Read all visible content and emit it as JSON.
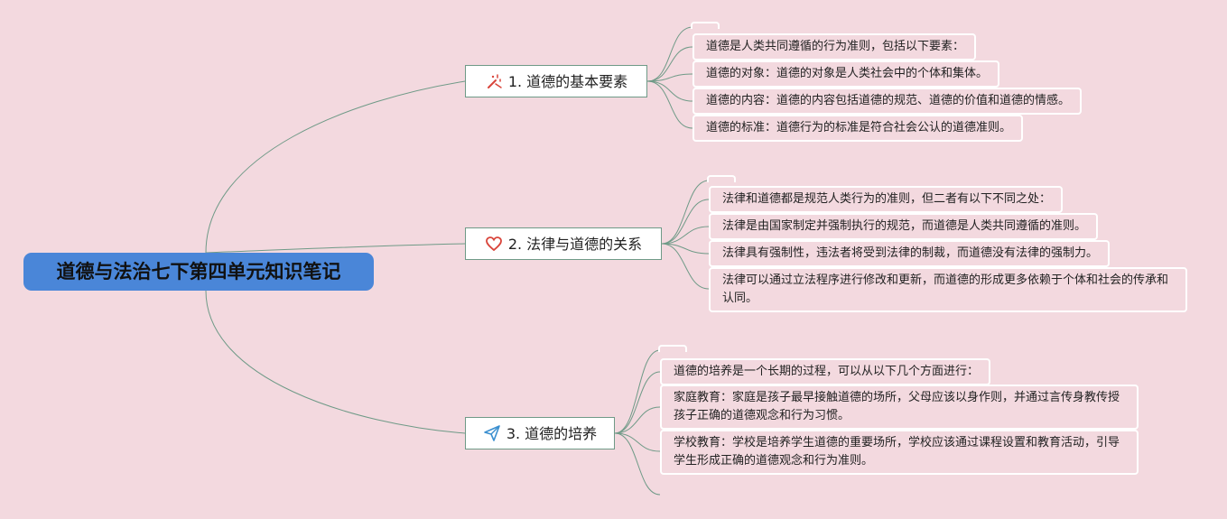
{
  "root": {
    "label": "道德与法治七下第四单元知识笔记"
  },
  "branches": [
    {
      "label": "1. 道德的基本要素",
      "icon": "magic-wand-icon",
      "items": [
        "道德是人类共同遵循的行为准则，包括以下要素：",
        "道德的对象：道德的对象是人类社会中的个体和集体。",
        "道德的内容：道德的内容包括道德的规范、道德的价值和道德的情感。",
        "道德的标准：道德行为的标准是符合社会公认的道德准则。"
      ]
    },
    {
      "label": "2. 法律与道德的关系",
      "icon": "heart-icon",
      "items": [
        "法律和道德都是规范人类行为的准则，但二者有以下不同之处：",
        "法律是由国家制定并强制执行的规范，而道德是人类共同遵循的准则。",
        "法律具有强制性，违法者将受到法律的制裁，而道德没有法律的强制力。",
        "法律可以通过立法程序进行修改和更新，而道德的形成更多依赖于个体和社会的传承和认同。"
      ]
    },
    {
      "label": "3. 道德的培养",
      "icon": "paper-plane-icon",
      "items": [
        "道德的培养是一个长期的过程，可以从以下几个方面进行：",
        "家庭教育：家庭是孩子最早接触道德的场所，父母应该以身作则，并通过言传身教传授孩子正确的道德观念和行为习惯。",
        "学校教育：学校是培养学生道德的重要场所，学校应该通过课程设置和教育活动，引导学生形成正确的道德观念和行为准则。"
      ]
    }
  ],
  "colors": {
    "background": "#f3d9df",
    "root_fill": "#4a86d8",
    "connector": "#6f9a87",
    "leaf_border": "#ffffff",
    "wand_icon": "#d9453b",
    "heart_icon": "#d9453b",
    "plane_icon": "#3a8fd0"
  }
}
